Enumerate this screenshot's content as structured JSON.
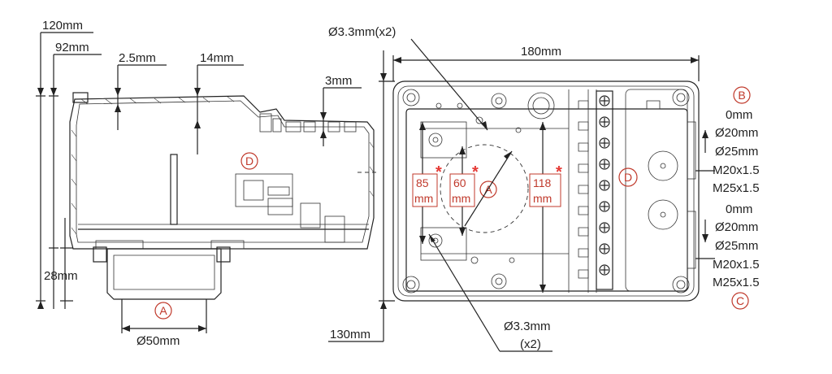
{
  "side_view": {
    "height_120": "120mm",
    "height_92": "92mm",
    "wall_2_5": "2.5mm",
    "depth_14": "14mm",
    "lid_3": "3mm",
    "base_28": "28mm",
    "diameter_50": "Ø50mm",
    "marker_a": "A",
    "marker_d": "D"
  },
  "front_view": {
    "width_180": "180mm",
    "height_130": "130mm",
    "hole_top": "Ø3.3mm(x2)",
    "hole_bottom_line1": "Ø3.3mm",
    "hole_bottom_line2": "(x2)",
    "dim_85_a": "85",
    "dim_85_b": "mm",
    "dim_60_a": "60",
    "dim_60_b": "mm",
    "dim_118_a": "118",
    "dim_118_b": "mm",
    "marker_a": "A",
    "marker_d": "D"
  },
  "glands": {
    "marker_b": "B",
    "marker_c": "C",
    "top_group": [
      "0mm",
      "Ø20mm",
      "Ø25mm",
      "M20x1.5",
      "M25x1.5"
    ],
    "bottom_group": [
      "0mm",
      "Ø20mm",
      "Ø25mm",
      "M20x1.5",
      "M25x1.5"
    ]
  }
}
